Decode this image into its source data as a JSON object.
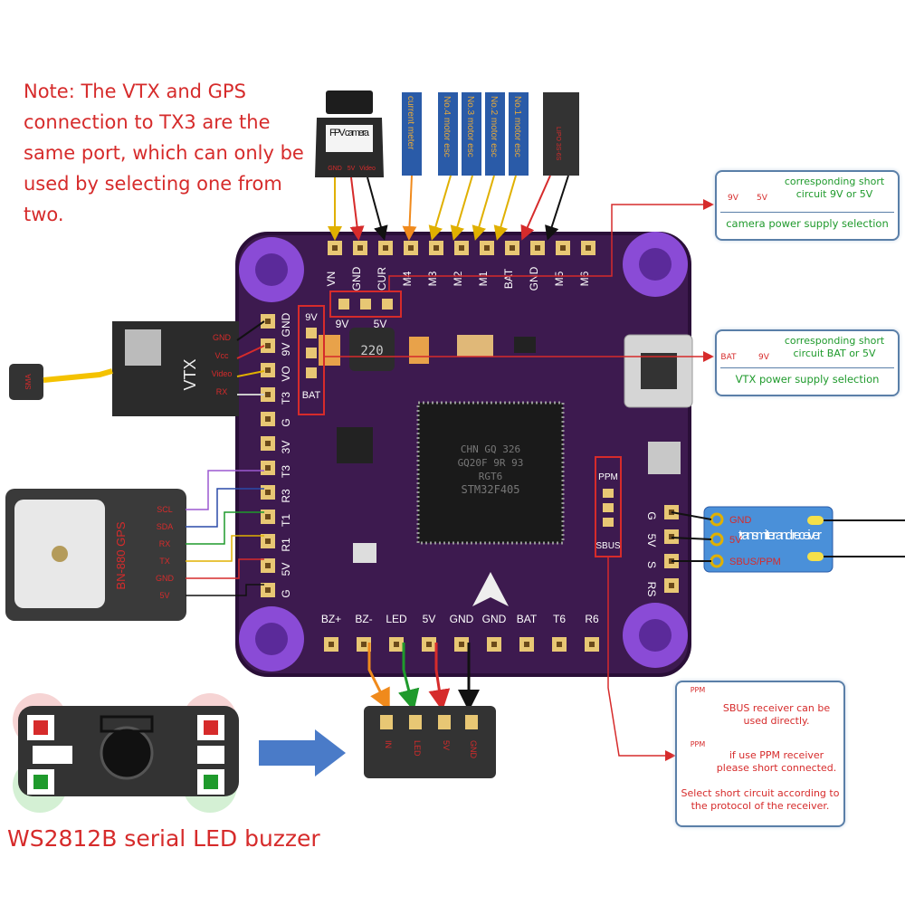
{
  "note": "Note: The VTX and GPS connection to TX3 are the same port, which can only be used by selecting one from two.",
  "top_modules": {
    "camera": "FPV camera",
    "camera_pins": [
      "GND",
      "5V",
      "Video"
    ],
    "current_meter": "current meter",
    "escs": [
      "No.4 motor esc",
      "No.3 motor esc",
      "No.2 motor esc",
      "No.1 motor esc"
    ],
    "battery": "LIPO 3S-6S"
  },
  "top_pads": [
    "VN",
    "GND",
    "CUR",
    "M4",
    "M3",
    "M2",
    "M1",
    "BAT",
    "GND",
    "M5",
    "M6"
  ],
  "left_pads": [
    "GND",
    "9V",
    "VO",
    "T3",
    "G",
    "3V",
    "T3",
    "R3",
    "T1",
    "R1",
    "5V",
    "G"
  ],
  "bottom_pads": [
    "BZ+",
    "BZ-",
    "LED",
    "5V",
    "GND",
    "GND",
    "BAT",
    "T6",
    "R6"
  ],
  "right_pads": [
    "G",
    "5V",
    "S",
    "RS"
  ],
  "board": {
    "jumper_top": [
      "9V",
      "5V"
    ],
    "jumper_left": [
      "9V",
      "BAT"
    ],
    "inductor": "220",
    "mcu": [
      "STM32F405",
      "RGT6",
      "GQ20F 9R 93",
      "CHN GQ 326"
    ],
    "ppm": "PPM",
    "sbus": "SBUS"
  },
  "vtx": {
    "name": "VTX",
    "pins": [
      "GND",
      "Vcc",
      "Video",
      "RX"
    ],
    "antenna": "SMA"
  },
  "gps": {
    "name": "BN-880 GPS",
    "pins": [
      "SCL",
      "SDA",
      "RX",
      "TX",
      "GND",
      "5V"
    ]
  },
  "camera_callout": {
    "title": "corresponding short circuit 9V or 5V",
    "left": "9V",
    "right": "5V",
    "caption": "camera power supply selection"
  },
  "vtx_callout": {
    "title": "corresponding short circuit BAT or 5V",
    "left": "BAT",
    "right": "9V",
    "caption": "VTX power supply selection"
  },
  "receiver": {
    "title": "transmitter and receiver",
    "pins": [
      "GND",
      "5V",
      "SBUS/PPM"
    ]
  },
  "sbus_callout": {
    "ppm_label_1": "PPM",
    "text_1": "SBUS receiver can be used directly.",
    "ppm_label_2": "PPM",
    "text_2": "if use PPM receiver please short connected.",
    "text_3": "Select short circuit according to the protocol of the receiver."
  },
  "led_connector": {
    "pins": [
      "IN",
      "LED",
      "5V",
      "GND"
    ]
  },
  "ws_label": "WS2812B serial LED buzzer",
  "colors": {
    "board": "#3d1a4f",
    "standoff": "#8a4bd6",
    "pad": "#e8c774",
    "red": "#d62b2b",
    "green": "#1f9a2c",
    "callout_border": "#5a7fa8"
  }
}
